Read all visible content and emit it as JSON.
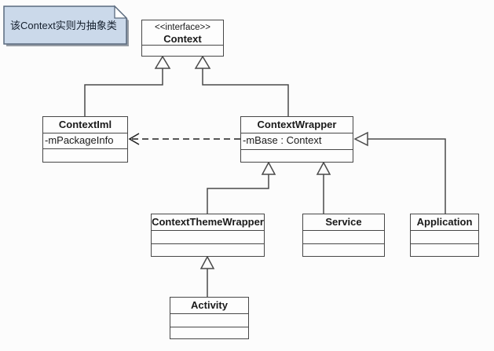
{
  "note": {
    "text": "该Context实则为抽象类"
  },
  "classes": {
    "context": {
      "stereotype": "<<interface>>",
      "name": "Context",
      "attributes": []
    },
    "contextIml": {
      "name": "ContextIml",
      "attribute": "-mPackageInfo"
    },
    "contextWrapper": {
      "name": "ContextWrapper",
      "attribute": "-mBase : Context"
    },
    "contextThemeWrapper": {
      "name": "ContextThemeWrapper"
    },
    "service": {
      "name": "Service"
    },
    "application": {
      "name": "Application"
    },
    "activity": {
      "name": "Activity"
    }
  },
  "relations": [
    {
      "from": "ContextIml",
      "to": "Context",
      "type": "generalization"
    },
    {
      "from": "ContextWrapper",
      "to": "Context",
      "type": "generalization"
    },
    {
      "from": "ContextWrapper",
      "to": "ContextIml",
      "type": "dashed-dependency"
    },
    {
      "from": "Application",
      "to": "ContextWrapper",
      "type": "generalization"
    },
    {
      "from": "ContextThemeWrapper",
      "to": "ContextWrapper",
      "type": "generalization"
    },
    {
      "from": "Service",
      "to": "ContextWrapper",
      "type": "generalization"
    },
    {
      "from": "Activity",
      "to": "ContextThemeWrapper",
      "type": "generalization"
    }
  ],
  "colors": {
    "background": "#fcfcfc",
    "line": "#4a4a4a",
    "box_fill": "#fdfdfd",
    "note_fill": "#cbd9ea",
    "note_border": "#5a6a7e"
  }
}
